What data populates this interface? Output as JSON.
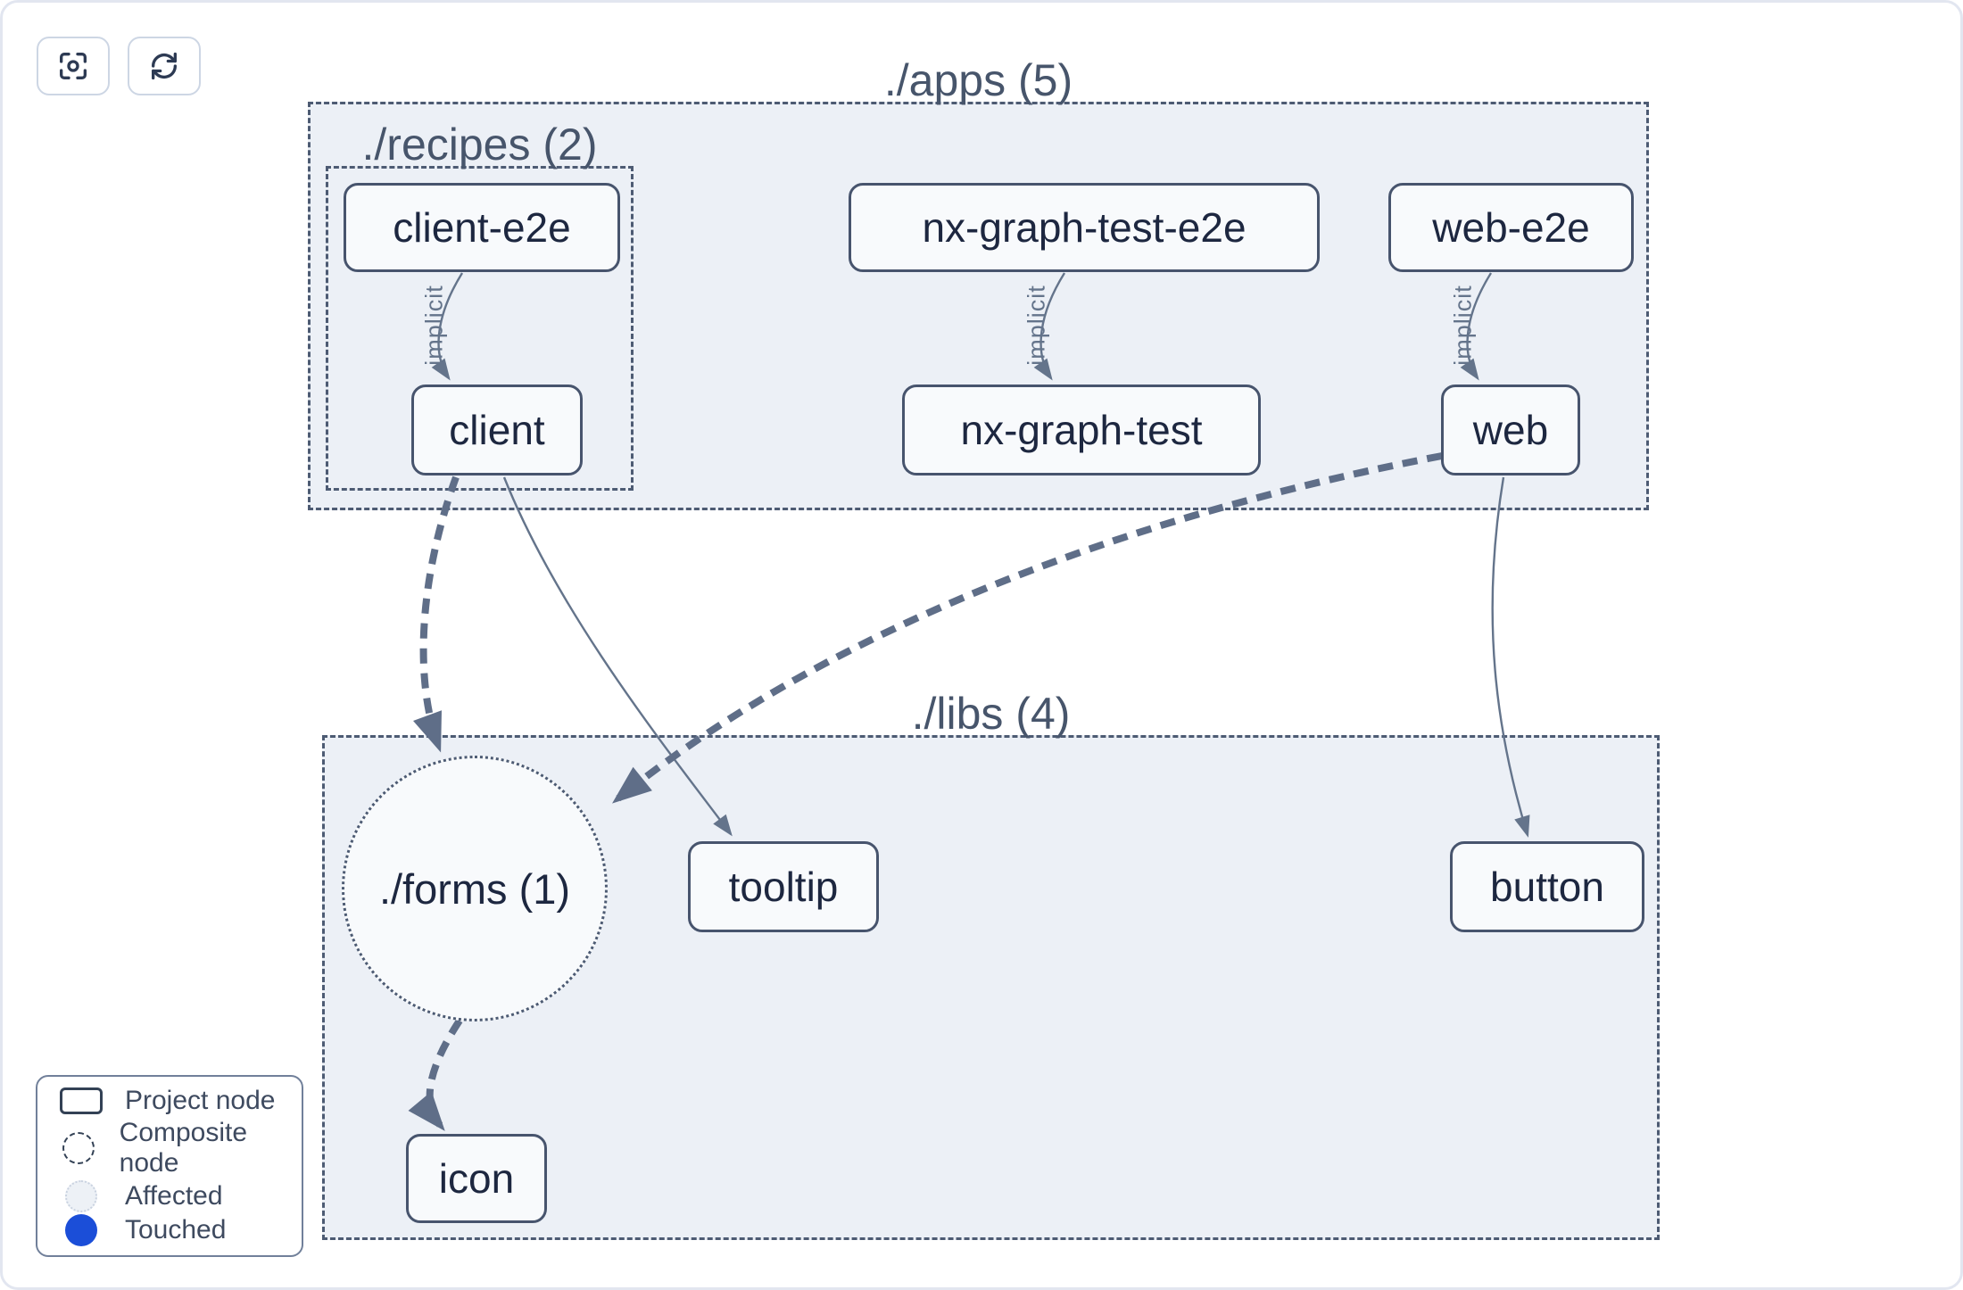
{
  "toolbar": {
    "focus_button_icon": "crosshair-scan-icon",
    "refresh_button_icon": "refresh-cycle-icon"
  },
  "groups": {
    "apps": {
      "label": "./apps (5)"
    },
    "recipes": {
      "label": "./recipes (2)"
    },
    "libs": {
      "label": "./libs (4)"
    },
    "forms": {
      "label": "./forms (1)"
    }
  },
  "nodes": {
    "client_e2e": {
      "label": "client-e2e"
    },
    "client": {
      "label": "client"
    },
    "nx_graph_test_e2e": {
      "label": "nx-graph-test-e2e"
    },
    "nx_graph_test": {
      "label": "nx-graph-test"
    },
    "web_e2e": {
      "label": "web-e2e"
    },
    "web": {
      "label": "web"
    },
    "tooltip": {
      "label": "tooltip"
    },
    "button": {
      "label": "button"
    },
    "icon": {
      "label": "icon"
    }
  },
  "edges": {
    "client_e2e_to_client": {
      "label": "implicit",
      "type": "implicit"
    },
    "nx_e2e_to_nx": {
      "label": "implicit",
      "type": "implicit"
    },
    "web_e2e_to_web": {
      "label": "implicit",
      "type": "implicit"
    },
    "client_to_tooltip": {
      "type": "dependency"
    },
    "web_to_button": {
      "type": "dependency"
    },
    "client_to_forms": {
      "type": "affected-dashed"
    },
    "web_to_forms": {
      "type": "affected-dashed"
    },
    "forms_to_icon": {
      "type": "affected-dashed"
    }
  },
  "legend": {
    "items": [
      {
        "icon": "project-node-rect-icon",
        "label": "Project node"
      },
      {
        "icon": "composite-node-circle-icon",
        "label": "Composite node"
      },
      {
        "icon": "affected-circle-icon",
        "label": "Affected"
      },
      {
        "icon": "touched-circle-icon",
        "label": "Touched"
      }
    ]
  },
  "colors": {
    "touched_blue": "#1b4ed8",
    "container_fill": "#ecf0f6",
    "node_fill": "#f8fafc",
    "edge": "#64748b",
    "border_dark": "#47546d",
    "label": "#47556b"
  }
}
